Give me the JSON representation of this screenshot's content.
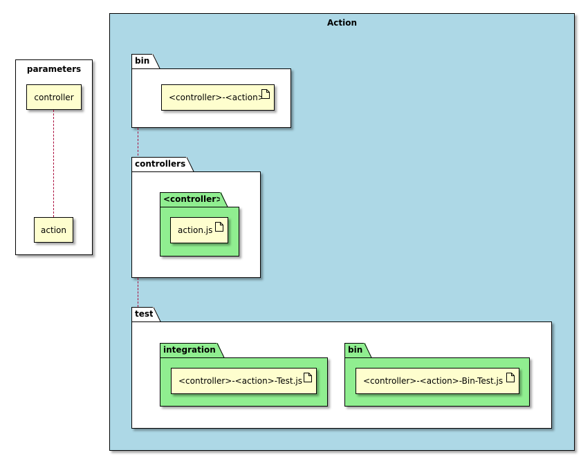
{
  "parameters": {
    "title": "parameters",
    "controller_label": "controller",
    "action_label": "action"
  },
  "action": {
    "title": "Action",
    "bin": {
      "label": "bin",
      "file": "<controller>-<action>"
    },
    "controllers": {
      "label": "controllers",
      "subfolder": "<controller>",
      "file": "action.js"
    },
    "test": {
      "label": "test",
      "integration": {
        "label": "integration",
        "file": "<controller>-<action>-Test.js"
      },
      "bin": {
        "label": "bin",
        "file": "<controller>-<action>-Bin-Test.js"
      }
    }
  },
  "colors": {
    "action_bg": "#add8e6",
    "folder_green": "#90ee90",
    "node_fill": "#fefece",
    "link": "#a80036"
  },
  "icons": [
    "artifact-icon"
  ]
}
